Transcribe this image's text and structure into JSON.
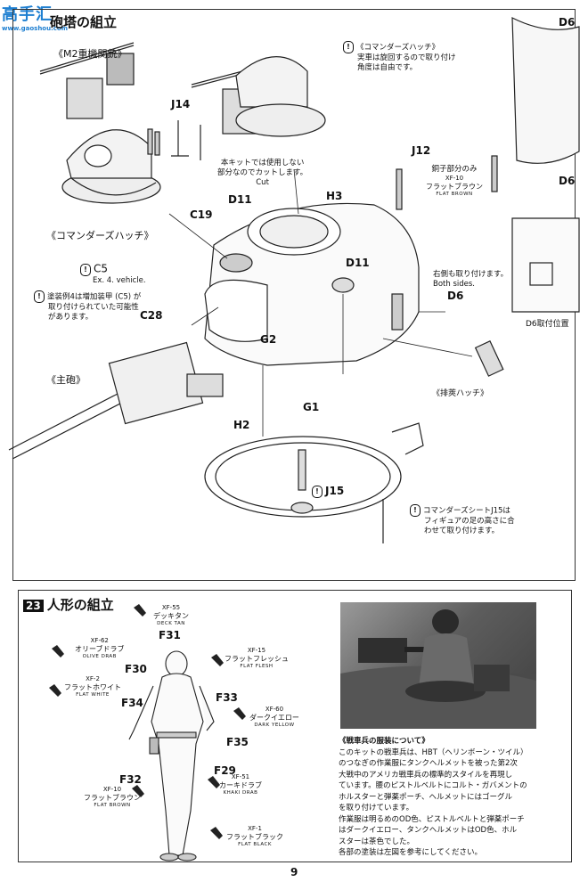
{
  "watermark": {
    "chars": "高手汇",
    "url": "www.gaoshou.com"
  },
  "section_top": {
    "title": "砲塔の組立",
    "m2_label": "《M2重機関銃》",
    "commander_hatch_label": "《コマンダーズハッチ》",
    "main_gun_label": "《主砲》",
    "vent_hatch_label": "《排莢ハッチ》",
    "note_hatch": {
      "title": "《コマンダーズハッチ》",
      "text1": "実車は旋回するので取り付け",
      "text2": "角度は自由です。"
    },
    "note_cut": {
      "line1": "本キットでは使用しない",
      "line2": "部分なのでカットします。",
      "line3": "Cut"
    },
    "note_c5": {
      "code": "C5",
      "text": "Ex. 4. vehicle."
    },
    "note_paint": {
      "line1": "塗装例4は増加装甲 (C5) が",
      "line2": "取り付けられていた可能性",
      "line3": "があります。"
    },
    "note_both": {
      "line1": "右側も取り付けます。",
      "line2": "Both sides."
    },
    "note_j12": {
      "line1": "銅子部分のみ",
      "code": "XF-10",
      "name": "フラットブラウン",
      "en": "FLAT BROWN"
    },
    "note_seat": {
      "line1": "コマンダーズシートJ15は",
      "line2": "フィギュアの足の高さに合",
      "line3": "わせて取り付けます。"
    },
    "d6_pos": "D6取付位置",
    "parts": [
      "J14",
      "J12",
      "D11",
      "H3",
      "C19",
      "D11",
      "D6",
      "C28",
      "G2",
      "G1",
      "H2",
      "J15",
      "D6",
      "D6"
    ]
  },
  "section_bottom": {
    "number": "23",
    "title": "人形の組立",
    "paints": [
      {
        "code": "XF-55",
        "name": "デッキタン",
        "en": "DECK TAN"
      },
      {
        "code": "XF-62",
        "name": "オリーブドラブ",
        "en": "OLIVE DRAB"
      },
      {
        "code": "XF-15",
        "name": "フラットフレッシュ",
        "en": "FLAT FLESH"
      },
      {
        "code": "XF-2",
        "name": "フラットホワイト",
        "en": "FLAT WHITE"
      },
      {
        "code": "XF-60",
        "name": "ダークイエロー",
        "en": "DARK YELLOW"
      },
      {
        "code": "XF-51",
        "name": "カーキドラブ",
        "en": "KHAKI DRAB"
      },
      {
        "code": "XF-10",
        "name": "フラットブラウン",
        "en": "FLAT BROWN"
      },
      {
        "code": "XF-1",
        "name": "フラットブラック",
        "en": "FLAT BLACK"
      }
    ],
    "parts": [
      "F31",
      "F30",
      "F33",
      "F34",
      "F35",
      "F32",
      "F29"
    ],
    "uniform_title": "《戦車兵の服装について》",
    "uniform_lines": [
      "このキットの戦車兵は、HBT（ヘリンボーン・ツイル）",
      "のつなぎの作業服にタンクヘルメットを被った第2次",
      "大戦中のアメリカ戦車兵の標準的スタイルを再現し",
      "ています。腰のピストルベルトにコルト・ガバメントの",
      "ホルスターと弾薬ポーチ、ヘルメットにはゴーグル",
      "を取り付けています。",
      "作業服は明るめのOD色、ピストルベルトと弾薬ポーチ",
      "はダークイエロー、タンクヘルメットはOD色、ホル",
      "スターは茶色でした。",
      "各部の塗装は左図を参考にしてください。"
    ]
  },
  "page_number": "9"
}
